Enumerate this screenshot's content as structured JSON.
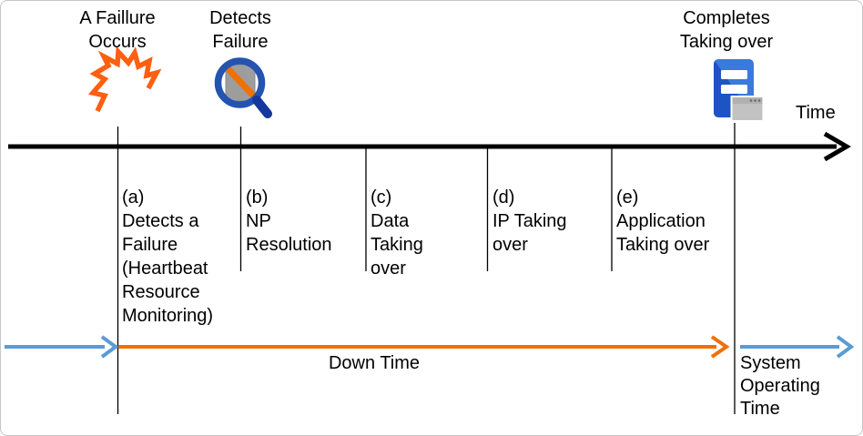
{
  "header": {
    "failure_occurs": "A Faillure\nOccurs",
    "detects_failure": "Detects\nFailure",
    "completes_taking_over": "Completes\nTaking over",
    "time_label": "Time"
  },
  "phases": [
    {
      "text": "(a)\nDetects a\n Failure\n(Heartbeat\nResource\nMonitoring)"
    },
    {
      "text": "(b)\nNP\nResolution"
    },
    {
      "text": "(c)\nData\nTaking\nover"
    },
    {
      "text": "(d)\nIP Taking\nover"
    },
    {
      "text": "(e)\nApplication\nTaking over"
    }
  ],
  "footer": {
    "down_time": "Down Time",
    "system_operating_time": "System\nOperating\nTime"
  },
  "icons": {
    "failure": "failure-spark-icon",
    "detect": "detect-magnifier-icon",
    "takeover": "server-takeover-icon"
  },
  "colors": {
    "timeline": "#000000",
    "down_time_arrow": "#f07007",
    "operating_time_arrow": "#5b9bd5",
    "spark_orange": "#ff5f10",
    "magnifier_ring_blue": "#2453b0",
    "magnifier_handle_blue": "#14379e",
    "magnifier_slash_orange": "#f07000",
    "magnifier_glass_gray": "#9d9d9d",
    "server_blue_dark": "#1c54c4",
    "server_blue_light": "#3a79dd",
    "window_gray": "#c2c2c2"
  }
}
